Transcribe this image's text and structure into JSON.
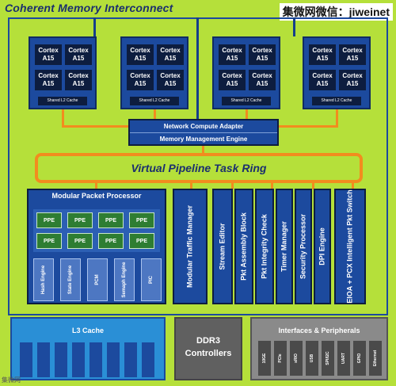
{
  "title": "Coherent Memory Interconnect",
  "watermark": "集微网微信：jiweinet",
  "clusters": [
    {
      "cores": [
        "Cortex A15",
        "Cortex A15",
        "Cortex A15",
        "Cortex A15"
      ],
      "cache": "Shared L2 Cache"
    },
    {
      "cores": [
        "Cortex A15",
        "Cortex A15",
        "Cortex A15",
        "Cortex A15"
      ],
      "cache": "Shared L2 Cache"
    },
    {
      "cores": [
        "Cortex A15",
        "Cortex A15",
        "Cortex A15",
        "Cortex A15"
      ],
      "cache": "Shared L2 Cache"
    },
    {
      "cores": [
        "Cortex A15",
        "Cortex A15",
        "Cortex A15",
        "Cortex A15"
      ],
      "cache": "Shared L2 Cache"
    }
  ],
  "nca": {
    "line1": "Network Compute Adapter",
    "line2": "Memory Management Engine"
  },
  "ring": "Virtual Pipeline Task Ring",
  "mpp": {
    "title": "Modular Packet Processor",
    "ppe_label": "PPE",
    "engines": [
      "Hash Engine",
      "State Engine",
      "PCM",
      "Semaph Engine",
      "PIC"
    ]
  },
  "columns": [
    "Modular Traffic Manager",
    "Stream Editor",
    "Pkt Assembly Block",
    "Pkt Integrity Check",
    "Timer Manager",
    "Security Processor",
    "DPI Engine",
    "EIOA + PCX Intelligent Pkt Switch"
  ],
  "l3": {
    "title": "L3 Cache"
  },
  "ddr": {
    "line1": "DDR3",
    "line2": "Controllers"
  },
  "interfaces": {
    "title": "Interfaces & Peripherals",
    "slots": [
      "10GE",
      "PCIe",
      "sRIO",
      "USB",
      "SPI/I2C",
      "UART",
      "GPIO",
      "Ethernet"
    ]
  },
  "badge": "集微网"
}
